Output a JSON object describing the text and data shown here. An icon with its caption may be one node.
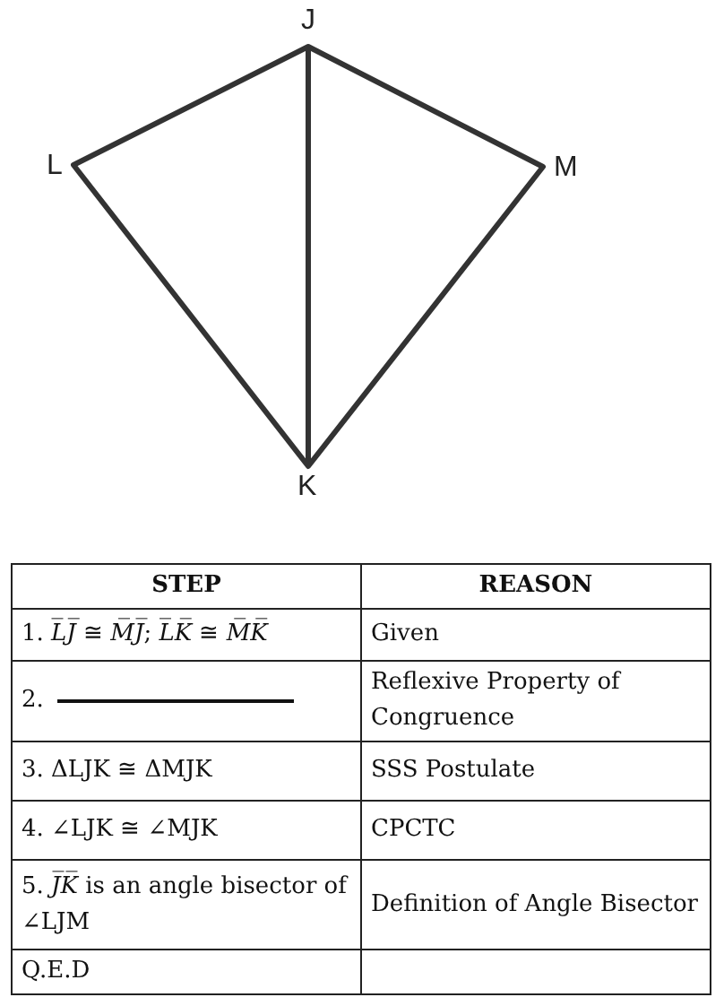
{
  "diagram": {
    "labels": [
      "J",
      "L",
      "M",
      "K",
      "STEP",
      "REASON",
      "1. *L̅J̅* ≅ *M̅J̅*; *L̅K̅* ≅ *M̅K̅*",
      "Given",
      "2.",
      "Reflexive Property of Congruence",
      "3. ΔLJK  ≅  ΔMJK",
      "SSS Postulate",
      "4. ∠LJK ≅ ∠MJK",
      "CPCTC",
      "5. *J̅K̅* is an angle bisector of ∠LJM",
      "Definition of Angle Bisector",
      "Q.E.D"
    ]
  }
}
